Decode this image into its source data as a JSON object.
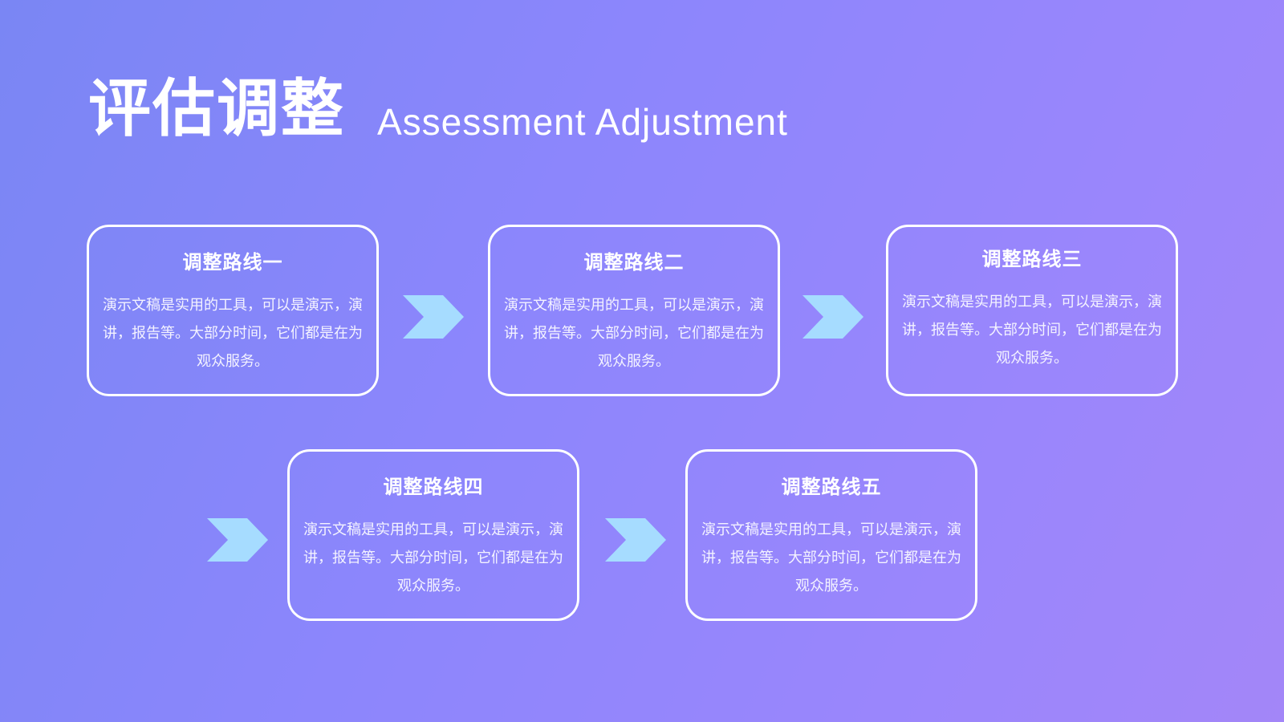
{
  "header": {
    "title_cn": "评估调整",
    "title_en": "Assessment Adjustment"
  },
  "cards": [
    {
      "title": "调整路线一",
      "body": "演示文稿是实用的工具，可以是演示，演讲，报告等。大部分时间，它们都是在为观众服务。"
    },
    {
      "title": "调整路线二",
      "body": "演示文稿是实用的工具，可以是演示，演讲，报告等。大部分时间，它们都是在为观众服务。"
    },
    {
      "title": "调整路线三",
      "body": "演示文稿是实用的工具，可以是演示，演讲，报告等。大部分时间，它们都是在为观众服务。"
    },
    {
      "title": "调整路线四",
      "body": "演示文稿是实用的工具，可以是演示，演讲，报告等。大部分时间，它们都是在为观众服务。"
    },
    {
      "title": "调整路线五",
      "body": "演示文稿是实用的工具，可以是演示，演讲，报告等。大部分时间，它们都是在为观众服务。"
    }
  ],
  "icons": {
    "step_arrow": "chevron-right-icon"
  },
  "colors": {
    "background_start": "#7a86f4",
    "background_end": "#a386f8",
    "card_border": "#ffffff",
    "arrow": "#a6dcff"
  }
}
